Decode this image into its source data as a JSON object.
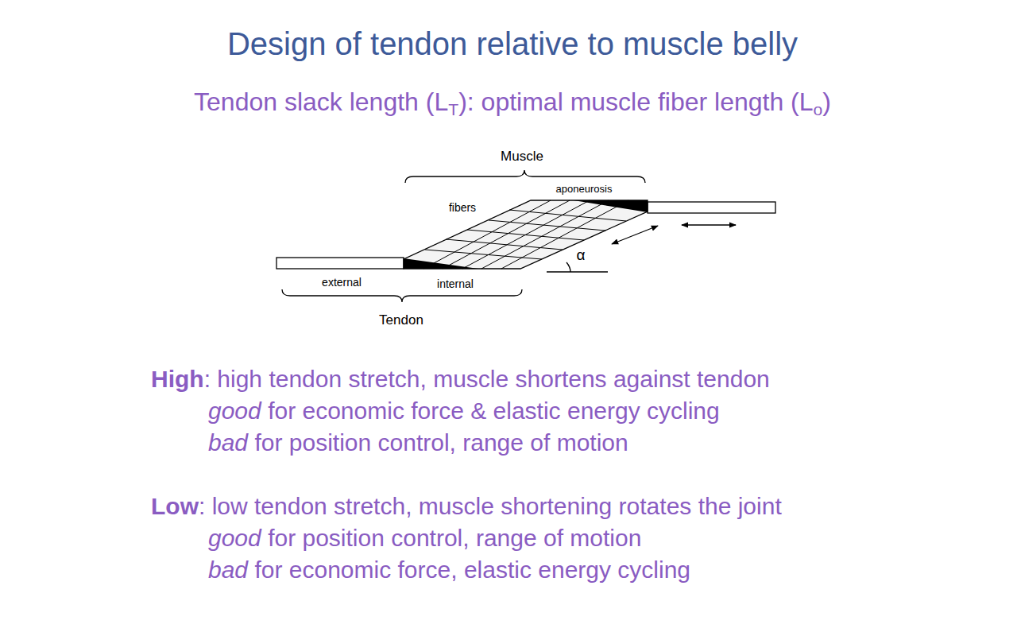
{
  "diagram": {
    "title": "Design of tendon relative to muscle belly",
    "labels": [
      "Tendon slack length (L",
      "T",
      "): optimal muscle fiber length (L",
      "o",
      ")",
      "Muscle",
      "aponeurosis",
      "fibers",
      "α",
      "external",
      "internal",
      "Tendon",
      "High",
      ": high tendon stretch, muscle shortens against tendon",
      "good",
      "for economic force & elastic energy cycling",
      "bad",
      "for position control, range of motion",
      "Low",
      ": low tendon stretch, muscle shortening rotates the joint",
      "good",
      "for position control, range of motion",
      "bad",
      "for economic force, elastic energy cycling"
    ]
  }
}
